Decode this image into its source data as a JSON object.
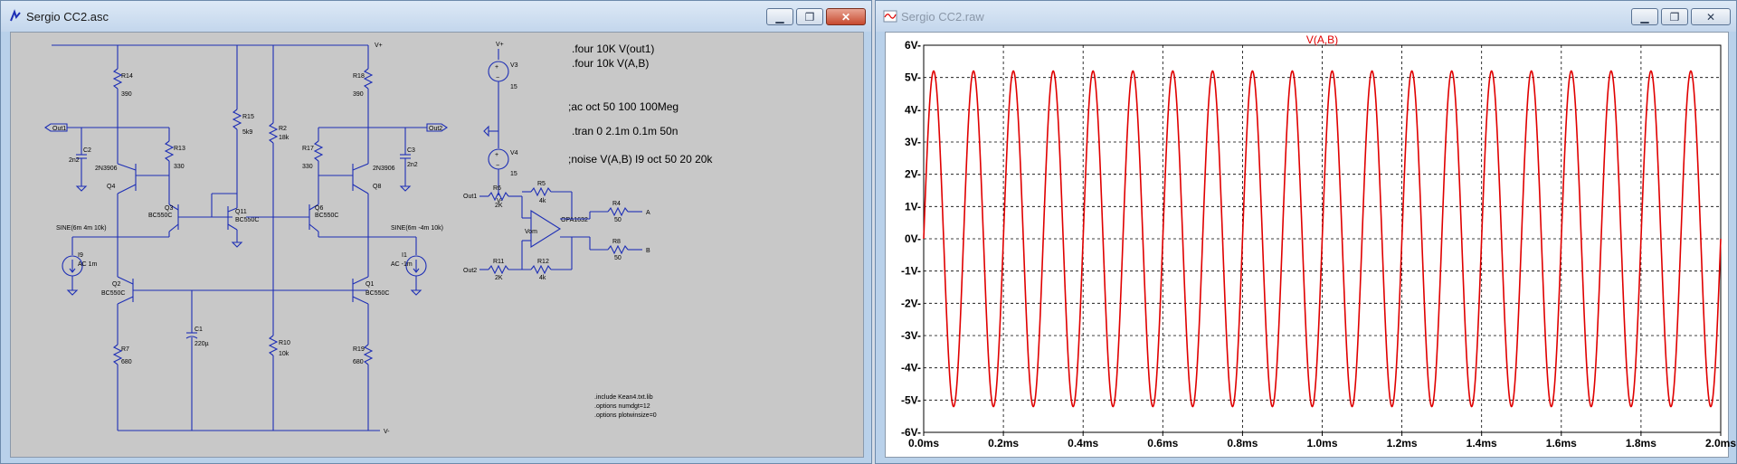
{
  "schematic_window": {
    "title": "Sergio CC2.asc",
    "buttons": {
      "minimize": "▁",
      "restore": "❐",
      "close": "✕"
    },
    "directives": [
      ".four 10K V(out1)",
      ".four 10k V(A,B)",
      ";ac oct 50 100 100Meg",
      ".tran 0 2.1m 0.1m 50n",
      ";noise V(A,B) I9 oct 50 20 20k"
    ],
    "small_directives": [
      ".include Kean4.txt.lib",
      ".options numdgt=12",
      ".options plotwinsize=0"
    ],
    "nets": {
      "vplus": "V+",
      "vminus": "V-",
      "out1": "Out1",
      "out2": "Out2",
      "a": "A",
      "b": "B",
      "vom": "Vom"
    },
    "parts": {
      "r14": "R14",
      "r14v": "390",
      "r18": "R18",
      "r18v": "390",
      "r13": "R13",
      "r13v": "330",
      "r17": "R17",
      "r17v": "330",
      "r15": "R15",
      "r15v": "5k9",
      "r2": "R2",
      "r2v": "18k",
      "c2": "C2",
      "c2v": "2n2",
      "c3": "C3",
      "c3v": "2n2",
      "q4": "Q4",
      "q4t": "2N3906",
      "q8": "Q8",
      "q8t": "2N3906",
      "q3": "Q3",
      "q3t": "BC550C",
      "q11": "Q11",
      "q11t": "BC550C",
      "q6": "Q6",
      "q6t": "BC550C",
      "q2": "Q2",
      "q2t": "BC550C",
      "q1": "Q1",
      "q1t": "BC550C",
      "i9": "I9",
      "i9v": "AC 1m",
      "sine_left": "SINE(6m 4m 10k)",
      "i1": "I1",
      "i1v": "AC -1m",
      "sine_right": "SINE(6m -4m 10k)",
      "c1": "C1",
      "c1v": "220µ",
      "r7": "R7",
      "r7v": "680",
      "r10": "R10",
      "r10v": "10k",
      "r19": "R19",
      "r19v": "680",
      "v3": "V3",
      "v3v": "15",
      "v4": "V4",
      "v4v": "15",
      "r6": "R6",
      "r6v": "2K",
      "r5": "R5",
      "r5v": "4k",
      "r11": "R11",
      "r11v": "2K",
      "r12": "R12",
      "r12v": "4k",
      "u1": "OPA1632",
      "r4": "R4",
      "r4v": "50",
      "r8": "R8",
      "r8v": "50"
    }
  },
  "waveform_window": {
    "title": "Sergio CC2.raw",
    "buttons": {
      "minimize": "▁",
      "restore": "❐",
      "close": "✕"
    }
  },
  "colors": {
    "wire": "#1d2eb5",
    "trace": "#e00000",
    "grid": "#000000"
  },
  "chart_data": {
    "type": "line",
    "title": "V(A,B)",
    "xlabel": "",
    "ylabel": "",
    "x_ticks": [
      "0.0ms",
      "0.2ms",
      "0.4ms",
      "0.6ms",
      "0.8ms",
      "1.0ms",
      "1.2ms",
      "1.4ms",
      "1.6ms",
      "1.8ms",
      "2.0ms"
    ],
    "y_ticks": [
      "6V-",
      "5V-",
      "4V-",
      "3V-",
      "2V-",
      "1V-",
      "0V-",
      "-1V-",
      "-2V-",
      "-3V-",
      "-4V-",
      "-5V-",
      "-6V-"
    ],
    "xlim": [
      0,
      2.0
    ],
    "ylim": [
      -6,
      6
    ],
    "grid": true,
    "series": [
      {
        "name": "V(A,B)",
        "color": "#e00000",
        "amplitude": 5.2,
        "frequency_khz": 10,
        "phase_deg": 0,
        "t_start_ms": 0,
        "t_end_ms": 2.0
      }
    ]
  }
}
